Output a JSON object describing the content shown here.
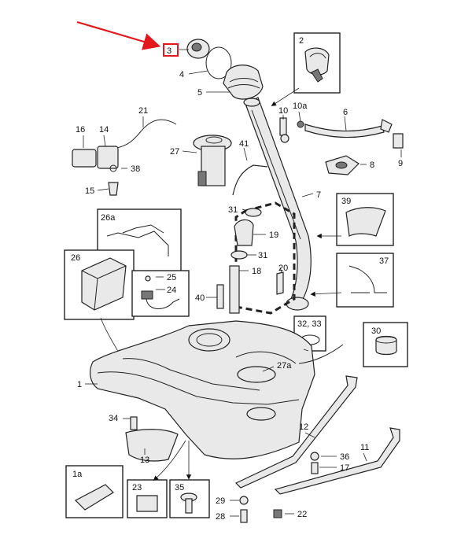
{
  "highlight_color": "#e3181d",
  "labels": {
    "l1": "1",
    "l1a": "1a",
    "l2": "2",
    "l3": "3",
    "l4": "4",
    "l5": "5",
    "l6": "6",
    "l7": "7",
    "l8": "8",
    "l9": "9",
    "l10": "10",
    "l10a": "10a",
    "l11": "11",
    "l12": "12",
    "l13": "13",
    "l14": "14",
    "l15": "15",
    "l16": "16",
    "l17": "17",
    "l18": "18",
    "l19": "19",
    "l20": "20",
    "l21": "21",
    "l22": "22",
    "l23": "23",
    "l24": "24",
    "l25": "25",
    "l26": "26",
    "l26a": "26a",
    "l27": "27",
    "l27a": "27a",
    "l28": "28",
    "l29": "29",
    "l30": "30",
    "l31a": "31",
    "l31b": "31",
    "l3233": "32, 33",
    "l34": "34",
    "l35": "35",
    "l36": "36",
    "l37": "37",
    "l38": "38",
    "l39": "39",
    "l40": "40",
    "l41": "41"
  }
}
